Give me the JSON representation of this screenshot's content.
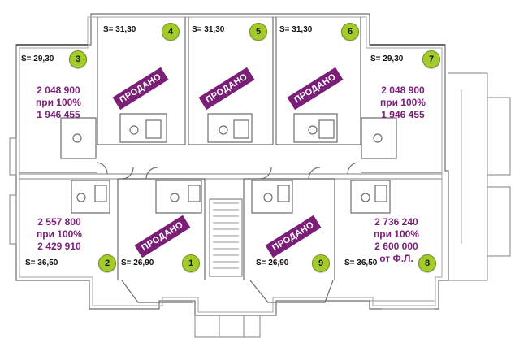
{
  "brand": {
    "sold_color": "#7b1e78",
    "badge_color": "#a3cc2a",
    "price_color": "#7b1e78"
  },
  "apartments": [
    {
      "number": "1",
      "area": "S= 26,90",
      "sold": "ПРОДАНО"
    },
    {
      "number": "2",
      "area": "S= 36,50",
      "price": [
        "2 557 800",
        "при 100%",
        "2 429 910"
      ]
    },
    {
      "number": "3",
      "area": "S= 29,30",
      "price": [
        "2 048 900",
        "при 100%",
        "1 946 455"
      ]
    },
    {
      "number": "4",
      "area": "S= 31,30",
      "sold": "ПРОДАНО"
    },
    {
      "number": "5",
      "area": "S= 31,30",
      "sold": "ПРОДАНО"
    },
    {
      "number": "6",
      "area": "S= 31,30",
      "sold": "ПРОДАНО"
    },
    {
      "number": "7",
      "area": "S= 29,30",
      "price": [
        "2 048 900",
        "при 100%",
        "1 946 455"
      ]
    },
    {
      "number": "8",
      "area": "S= 36,50",
      "price": [
        "2 736 240",
        "при 100%",
        "2 600 000",
        "от Ф.Л."
      ]
    },
    {
      "number": "9",
      "area": "S= 26,90",
      "sold": "ПРОДАНО"
    }
  ]
}
